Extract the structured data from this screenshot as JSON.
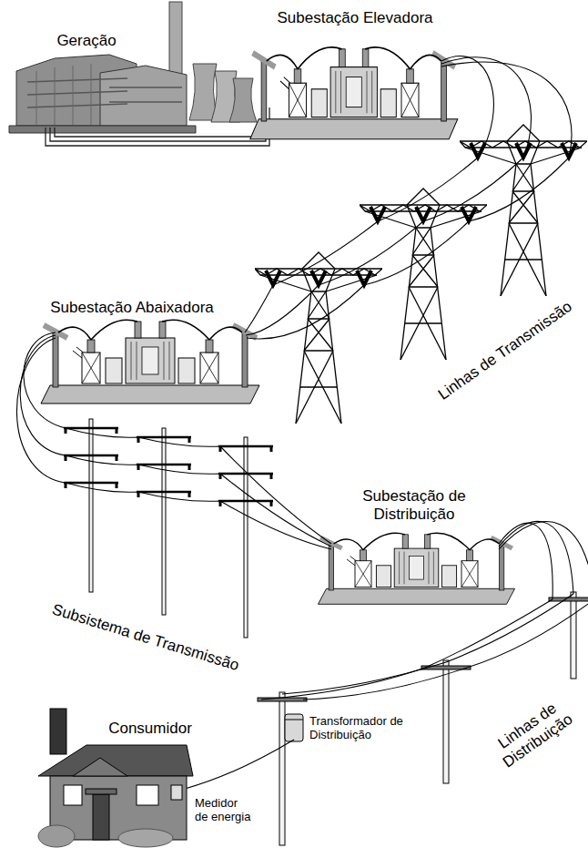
{
  "diagram": {
    "labels": [
      "Geração",
      "Subestação Elevadora",
      "Linhas de Transmissão",
      "Subestação Abaixadora",
      "Subestação de Distribuição",
      "Subsistema de Transmissão",
      "Consumidor",
      "Transformador de Distribuição",
      "Medidor de energia",
      "Linhas de Distribuição"
    ]
  }
}
